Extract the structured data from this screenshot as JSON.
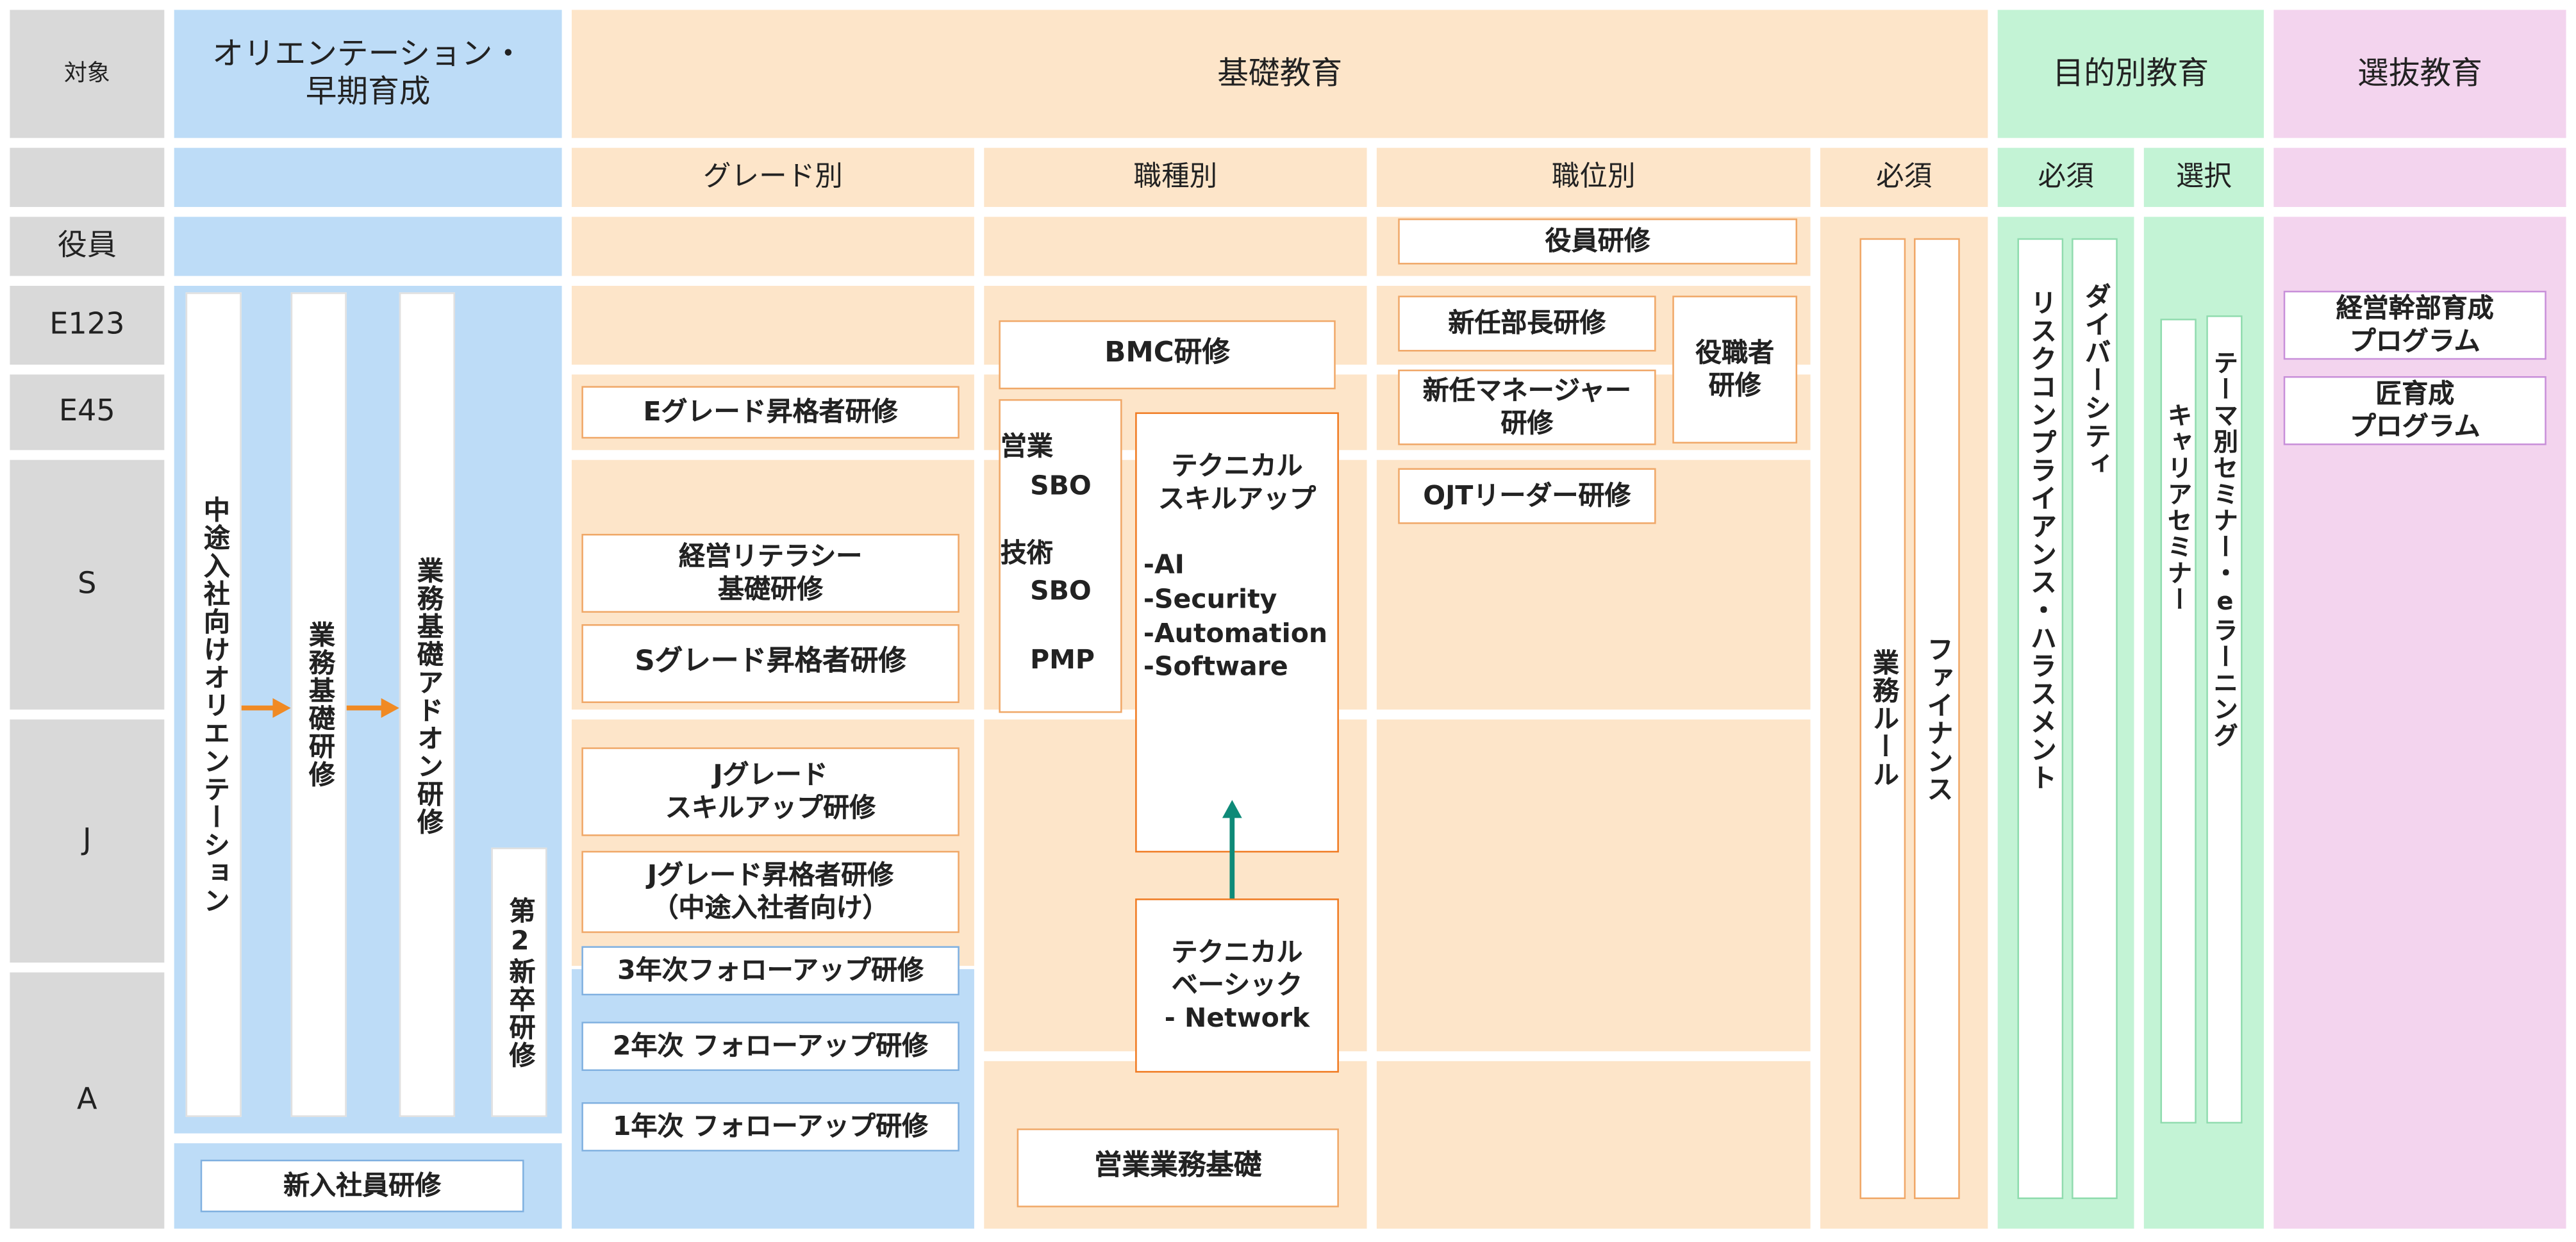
{
  "headers": {
    "target": "対象",
    "orientation": "オリエンテーション・\n早期育成",
    "basic": "基礎教育",
    "purpose": "目的別教育",
    "selection": "選抜教育"
  },
  "subheaders": {
    "grade": "グレード別",
    "job_type": "職種別",
    "position": "職位別",
    "basic_required": "必須",
    "purpose_required": "必須",
    "purpose_optional": "選択"
  },
  "levels": [
    "役員",
    "E123",
    "E45",
    "S",
    "J",
    "A"
  ],
  "orientation_col": {
    "mid_career": "中途入社向けオリエンテーション",
    "business_basic": "業務基礎研修",
    "business_addon": "業務基礎アドオン研修",
    "second_grad": "第2新卒研修",
    "new_hire": "新入社員研修"
  },
  "grade_col": {
    "e_promotion": "Eグレード昇格者研修",
    "mgmt_literacy": "経営リテラシー\n基礎研修",
    "s_promotion": "Sグレード昇格者研修",
    "j_skillup": "Jグレード\nスキルアップ研修",
    "j_promotion": "Jグレード昇格者研修\n（中途入社者向け）",
    "followup_3": "3年次フォローアップ研修",
    "followup_2": "2年次 フォローアップ研修",
    "followup_1": "1年次 フォローアップ研修"
  },
  "job_col": {
    "bmc": "BMC研修",
    "sales_label": "営業",
    "sales_sbo": "SBO",
    "tech_label": "技術",
    "tech_sbo": "SBO",
    "pmp": "PMP",
    "tech_skillup_title": "テクニカル\nスキルアップ",
    "tech_skillup_items": "-AI\n-Security\n-Automation\n-Software",
    "tech_basic": "テクニカル\nベーシック\n- Network",
    "sales_basic": "営業業務基礎"
  },
  "position_col": {
    "executive": "役員研修",
    "new_dept_head": "新任部長研修",
    "officer": "役職者\n研修",
    "new_manager": "新任マネージャー\n研修",
    "ojt_leader": "OJTリーダー研修"
  },
  "required_col": {
    "business_rules": "業務ルール",
    "finance": "ファイナンス"
  },
  "purpose_col": {
    "risk": "リスクコンプライアンス・ハラスメント",
    "diversity": "ダイバーシティ",
    "career": "キャリアセミナー",
    "theme": "テーマ別セミナー・eラーニング"
  },
  "selection_col": {
    "exec_program": "経営幹部育成\nプログラム",
    "craft_program": "匠育成\nプログラム"
  },
  "colors": {
    "gray": "#d9d9d9",
    "blue": "#bddcf7",
    "peach": "#fde5c9",
    "green": "#c3f3d5",
    "pink": "#f3d4ee",
    "arrow_orange": "#f08a24",
    "arrow_teal": "#0e8a78"
  }
}
